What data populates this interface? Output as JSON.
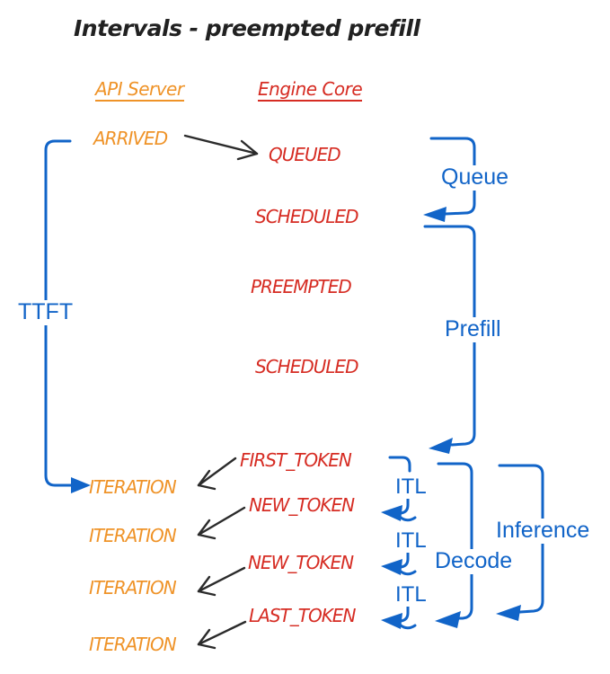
{
  "title": "Intervals - preempted prefill",
  "colors": {
    "api": "#ef9328",
    "engine": "#d62c23",
    "interval": "#1164c8",
    "ink": "#212121",
    "arrow": "#2b2b2b"
  },
  "columns": {
    "api_server": "API Server",
    "engine_core": "Engine Core"
  },
  "api_events": [
    "ARRIVED",
    "ITERATION",
    "ITERATION",
    "ITERATION",
    "ITERATION"
  ],
  "engine_events": [
    "QUEUED",
    "SCHEDULED",
    "PREEMPTED",
    "SCHEDULED",
    "FIRST_TOKEN",
    "NEW_TOKEN",
    "NEW_TOKEN",
    "LAST_TOKEN"
  ],
  "intervals": {
    "ttft": "TTFT",
    "queue": "Queue",
    "prefill": "Prefill",
    "decode": "Decode",
    "inference": "Inference",
    "itl": [
      "ITL",
      "ITL",
      "ITL"
    ]
  }
}
